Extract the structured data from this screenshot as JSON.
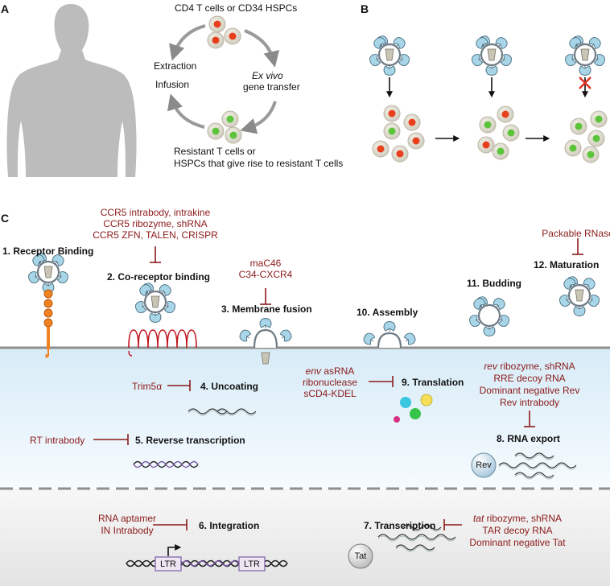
{
  "panels": {
    "a": "A",
    "b": "B",
    "c": "C"
  },
  "panel_a": {
    "top_label": "CD4 T cells or CD34 HSPCs",
    "extraction": "Extraction",
    "infusion": "Infusion",
    "ex_vivo": "Ex vivo",
    "gene_transfer": "gene transfer",
    "resistant_1": "Resistant T cells or",
    "resistant_2": "HSPCs that give rise to resistant T cells"
  },
  "steps": {
    "s1": "1. Receptor Binding",
    "s2": "2. Co-receptor binding",
    "s3": "3. Membrane fusion",
    "s4": "4. Uncoating",
    "s5": "5. Reverse transcription",
    "s6": "6. Integration",
    "s7": "7. Transcription",
    "s8": "8. RNA export",
    "s9": "9. Translation",
    "s10": "10. Assembly",
    "s11": "11. Budding",
    "s12": "12. Maturation"
  },
  "inhibitors": {
    "coreceptor": [
      "CCR5 intrabody, intrakine",
      "CCR5 ribozyme, shRNA",
      "CCR5 ZFN, TALEN, CRISPR"
    ],
    "fusion": [
      "maC46",
      "C34-CXCR4"
    ],
    "maturation": [
      "Packable RNase"
    ],
    "uncoating": [
      "Trim5α"
    ],
    "reverse_transcription": [
      "RT intrabody"
    ],
    "translation": {
      "env_italic": "env",
      "env_rest": " asRNA",
      "line2": "ribonuclease",
      "line3": "sCD4-KDEL"
    },
    "rna_export": {
      "rev_italic": "rev",
      "rev_rest": " ribozyme, shRNA",
      "line2": "RRE decoy RNA",
      "line3": "Dominant negative Rev",
      "line4": "Rev intrabody"
    },
    "integration": [
      "RNA aptamer",
      "IN Intrabody"
    ],
    "transcription": {
      "tat_italic": "tat",
      "tat_rest": " ribozyme, shRNA",
      "line2": "TAR decoy RNA",
      "line3": "Dominant negative Tat"
    }
  },
  "labels": {
    "rev": "Rev",
    "tat": "Tat",
    "ltr": "LTR"
  },
  "colors": {
    "inhibitor_red": "#8b1a1a",
    "cell_red": "#e8401c",
    "cell_green": "#5cc43a",
    "virus_blue": "#a8d6e8",
    "cytoplasm": "#eaf4fb",
    "nucleus": "#eeeeee"
  }
}
